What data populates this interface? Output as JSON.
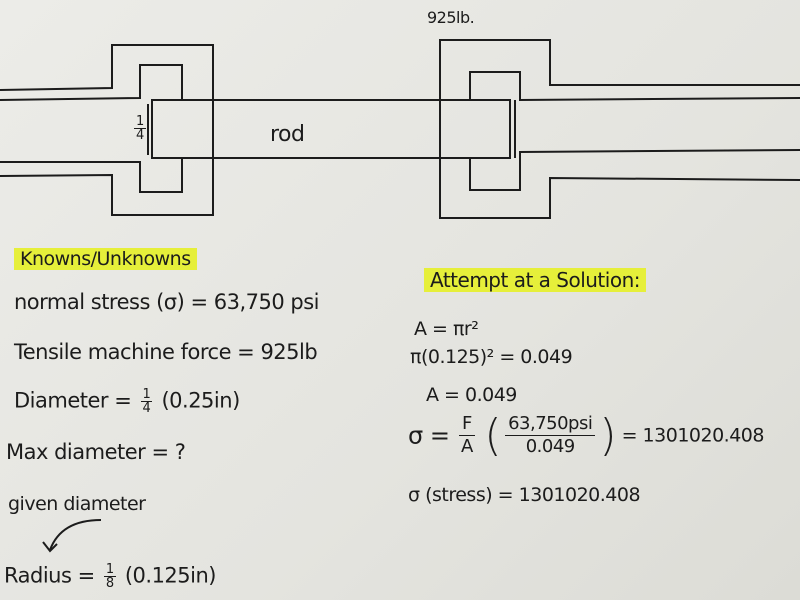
{
  "diagram": {
    "load_label": "925lb.",
    "rod_label": "rod",
    "rod_fraction": {
      "num": "1",
      "den": "4"
    }
  },
  "knowns": {
    "heading": "Knowns/Unknowns",
    "normal_stress": "normal stress (σ) = 63,750 psi",
    "tensile_force": "Tensile machine force = 925lb",
    "diameter_label": "Diameter =",
    "diameter_num": "1",
    "diameter_den": "4",
    "diameter_value": "(0.25in)",
    "max_diameter": "Max diameter = ?",
    "given_note": "given diameter",
    "radius_label": "Radius =",
    "radius_num": "1",
    "radius_den": "8",
    "radius_value": "(0.125in)"
  },
  "solution": {
    "heading": "Attempt at a Solution:",
    "line1": "A = πr²",
    "line2": "π(0.125)² = 0.049",
    "line3": "A = 0.049",
    "sigma": "σ =",
    "F": "F",
    "A": "A",
    "num": "63,750psi",
    "den": "0.049",
    "result": "= 1301020.408",
    "final": "σ (stress) = 1301020.408"
  },
  "colors": {
    "highlight": "#e6ef3a",
    "ink": "#1c1c1c"
  }
}
